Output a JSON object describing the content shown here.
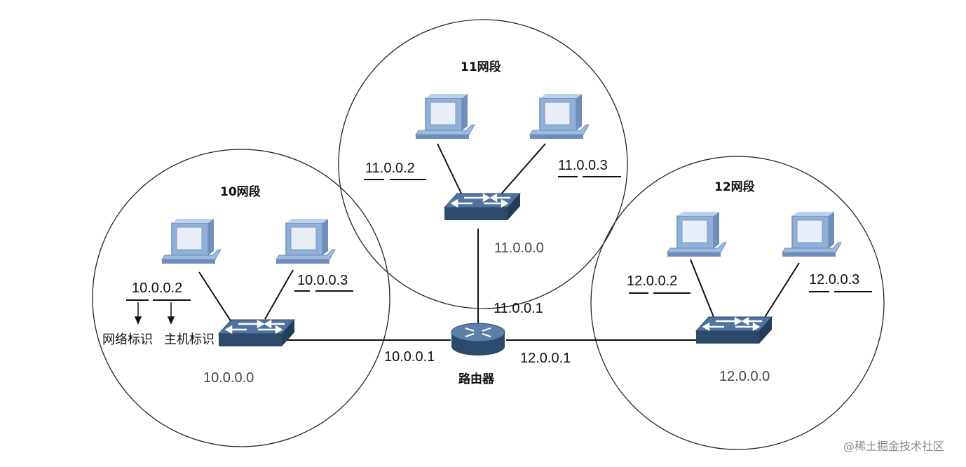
{
  "segments": {
    "seg10": {
      "title": "10网段",
      "network": "10.0.0.0",
      "host_left": "10.0.0.2",
      "host_right": "10.0.0.3"
    },
    "seg11": {
      "title": "11网段",
      "network": "11.0.0.0",
      "host_left": "11.0.0.2",
      "host_right": "11.0.0.3"
    },
    "seg12": {
      "title": "12网段",
      "network": "12.0.0.0",
      "host_left": "12.0.0.2",
      "host_right": "12.0.0.3"
    }
  },
  "router": {
    "label": "路由器",
    "if_left": "10.0.0.1",
    "if_top": "11.0.0.1",
    "if_right": "12.0.0.1"
  },
  "annotations": {
    "network_id": "网络标识",
    "host_id": "主机标识"
  },
  "watermark": "@稀土掘金技术社区",
  "colors": {
    "switch_top": "#4d6f98",
    "switch_front": "#2a4a6a",
    "monitor_body": "#a9c4e4",
    "monitor_screen": "#e6eef8",
    "router_top": "#5a7a9c"
  }
}
